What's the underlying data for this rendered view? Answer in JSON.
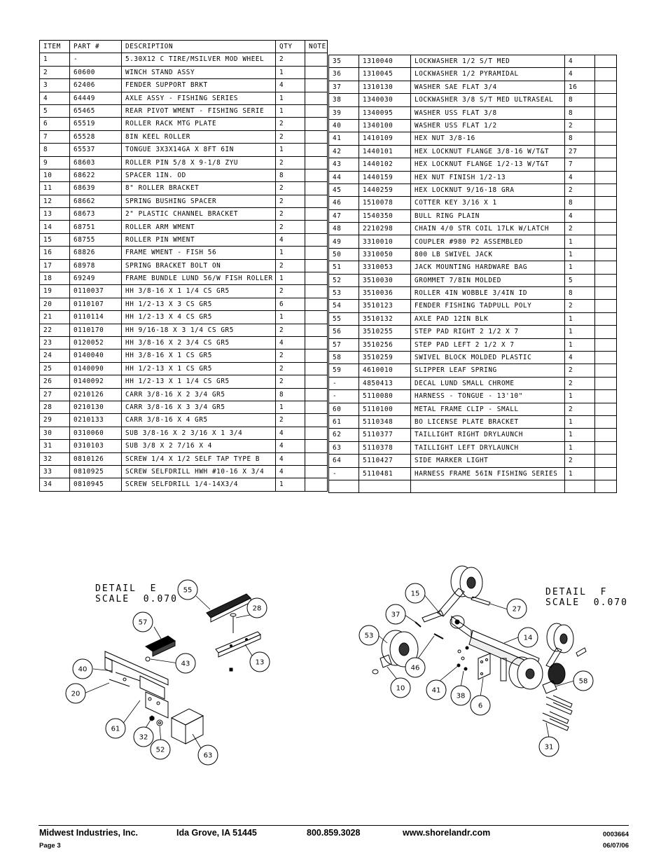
{
  "table_headers": [
    "ITEM",
    "PART #",
    "DESCRIPTION",
    "QTY",
    "NOTE"
  ],
  "left_rows": [
    [
      "1",
      "-",
      "5.30X12 C TIRE/MSILVER MOD WHEEL",
      "2",
      ""
    ],
    [
      "2",
      "60600",
      "WINCH STAND ASSY",
      "1",
      ""
    ],
    [
      "3",
      "62406",
      "FENDER SUPPORT BRKT",
      "4",
      ""
    ],
    [
      "4",
      "64449",
      "AXLE ASSY - FISHING SERIES",
      "1",
      ""
    ],
    [
      "5",
      "65465",
      "REAR PIVOT WMENT - FISHING SERIE",
      "1",
      ""
    ],
    [
      "6",
      "65519",
      "ROLLER RACK MTG PLATE",
      "2",
      ""
    ],
    [
      "7",
      "65528",
      "8IN KEEL ROLLER",
      "2",
      ""
    ],
    [
      "8",
      "65537",
      "TONGUE 3X3X14GA X 8FT 6IN",
      "1",
      ""
    ],
    [
      "9",
      "68603",
      "ROLLER PIN 5/8 X 9-1/8 ZYU",
      "2",
      ""
    ],
    [
      "10",
      "68622",
      "SPACER 1IN. OD",
      "8",
      ""
    ],
    [
      "11",
      "68639",
      "8\" ROLLER BRACKET",
      "2",
      ""
    ],
    [
      "12",
      "68662",
      "SPRING BUSHING SPACER",
      "2",
      ""
    ],
    [
      "13",
      "68673",
      "2\" PLASTIC CHANNEL BRACKET",
      "2",
      ""
    ],
    [
      "14",
      "68751",
      "ROLLER ARM WMENT",
      "2",
      ""
    ],
    [
      "15",
      "68755",
      "ROLLER PIN WMENT",
      "4",
      ""
    ],
    [
      "16",
      "68826",
      "FRAME WMENT - FISH 56",
      "1",
      ""
    ],
    [
      "17",
      "68978",
      "SPRING BRACKET BOLT ON",
      "2",
      ""
    ],
    [
      "18",
      "69249",
      "FRAME BUNDLE LUND 56/W FISH ROLLER",
      "1",
      ""
    ],
    [
      "19",
      "0110037",
      "HH 3/8-16 X 1 1/4 CS GR5",
      "2",
      ""
    ],
    [
      "20",
      "0110107",
      "HH 1/2-13 X 3 CS GR5",
      "6",
      ""
    ],
    [
      "21",
      "0110114",
      "HH 1/2-13 X 4 CS GR5",
      "1",
      ""
    ],
    [
      "22",
      "0110170",
      "HH 9/16-18 X 3 1/4 CS GR5",
      "2",
      ""
    ],
    [
      "23",
      "0120052",
      "HH 3/8-16 X 2 3/4 CS GR5",
      "4",
      ""
    ],
    [
      "24",
      "0140040",
      "HH 3/8-16 X 1 CS GR5",
      "2",
      ""
    ],
    [
      "25",
      "0140090",
      "HH 1/2-13 X 1 CS GR5",
      "2",
      ""
    ],
    [
      "26",
      "0140092",
      "HH 1/2-13 X 1 1/4 CS GR5",
      "2",
      ""
    ],
    [
      "27",
      "0210126",
      "CARR 3/8-16 X 2 3/4 GR5",
      "8",
      ""
    ],
    [
      "28",
      "0210130",
      "CARR 3/8-16 X 3 3/4 GR5",
      "1",
      ""
    ],
    [
      "29",
      "0210133",
      "CARR 3/8-16 X 4 GR5",
      "2",
      ""
    ],
    [
      "30",
      "0310060",
      "SUB 3/8-16 X 2 3/16 X 1 3/4",
      "4",
      ""
    ],
    [
      "31",
      "0310103",
      "SUB 3/8 X 2 7/16 X 4",
      "4",
      ""
    ],
    [
      "32",
      "0810126",
      "SCREW 1/4 X 1/2 SELF TAP TYPE B",
      "4",
      ""
    ],
    [
      "33",
      "0810925",
      "SCREW SELFDRILL HWH #10-16 X 3/4",
      "4",
      ""
    ],
    [
      "34",
      "0810945",
      "SCREW SELFDRILL 1/4-14X3/4",
      "1",
      ""
    ]
  ],
  "right_rows": [
    [
      "35",
      "1310040",
      "LOCKWASHER 1/2 S/T MED",
      "4",
      ""
    ],
    [
      "36",
      "1310045",
      "LOCKWASHER 1/2 PYRAMIDAL",
      "4",
      ""
    ],
    [
      "37",
      "1310130",
      "WASHER SAE FLAT 3/4",
      "16",
      ""
    ],
    [
      "38",
      "1340030",
      "LOCKWASHER 3/8 S/T MED ULTRASEAL",
      "8",
      ""
    ],
    [
      "39",
      "1340095",
      "WASHER USS FLAT 3/8",
      "8",
      ""
    ],
    [
      "40",
      "1340100",
      "WASHER USS FLAT 1/2",
      "2",
      ""
    ],
    [
      "41",
      "1410109",
      "HEX NUT 3/8-16",
      "8",
      ""
    ],
    [
      "42",
      "1440101",
      "HEX LOCKNUT FLANGE 3/8-16 W/T&T",
      "27",
      ""
    ],
    [
      "43",
      "1440102",
      "HEX LOCKNUT FLANGE 1/2-13 W/T&T",
      "7",
      ""
    ],
    [
      "44",
      "1440159",
      "HEX NUT FINISH 1/2-13",
      "4",
      ""
    ],
    [
      "45",
      "1440259",
      "HEX LOCKNUT 9/16-18 GRA",
      "2",
      ""
    ],
    [
      "46",
      "1510078",
      "COTTER KEY 3/16 X 1",
      "8",
      ""
    ],
    [
      "47",
      "1540350",
      "BULL RING PLAIN",
      "4",
      ""
    ],
    [
      "48",
      "2210298",
      "CHAIN 4/0 STR COIL 17LK W/LATCH",
      "2",
      ""
    ],
    [
      "49",
      "3310010",
      "COUPLER #980 P2 ASSEMBLED",
      "1",
      ""
    ],
    [
      "50",
      "3310050",
      "800 LB SWIVEL JACK",
      "1",
      ""
    ],
    [
      "51",
      "3310053",
      "JACK MOUNTING HARDWARE BAG",
      "1",
      ""
    ],
    [
      "52",
      "3510030",
      "GROMMET 7/8IN MOLDED",
      "5",
      ""
    ],
    [
      "53",
      "3510036",
      "ROLLER 4IN WOBBLE 3/4IN ID",
      "8",
      ""
    ],
    [
      "54",
      "3510123",
      "FENDER FISHING TADPULL POLY",
      "2",
      ""
    ],
    [
      "55",
      "3510132",
      "AXLE PAD 12IN BLK",
      "1",
      ""
    ],
    [
      "56",
      "3510255",
      "STEP PAD RIGHT 2 1/2 X 7",
      "1",
      ""
    ],
    [
      "57",
      "3510256",
      "STEP PAD LEFT 2 1/2 X 7",
      "1",
      ""
    ],
    [
      "58",
      "3510259",
      "SWIVEL BLOCK MOLDED PLASTIC",
      "4",
      ""
    ],
    [
      "59",
      "4610010",
      "SLIPPER LEAF SPRING",
      "2",
      ""
    ],
    [
      "-",
      "4850413",
      "DECAL LUND SMALL CHROME",
      "2",
      ""
    ],
    [
      "-",
      "5110080",
      "HARNESS - TONGUE - 13'10\"",
      "1",
      ""
    ],
    [
      "60",
      "5110100",
      "METAL FRAME CLIP - SMALL",
      "2",
      ""
    ],
    [
      "61",
      "5110348",
      "BO LICENSE PLATE BRACKET",
      "1",
      ""
    ],
    [
      "62",
      "5110377",
      "TAILLIGHT RIGHT DRYLAUNCH",
      "1",
      ""
    ],
    [
      "63",
      "5110378",
      "TAILLIGHT LEFT DRYLAUNCH",
      "1",
      ""
    ],
    [
      "64",
      "5110427",
      "SIDE MARKER LIGHT",
      "2",
      ""
    ],
    [
      "-",
      "5110481",
      "HARNESS FRAME 56IN FISHING SERIES",
      "1",
      ""
    ],
    [
      "",
      "",
      "",
      "",
      ""
    ]
  ],
  "detail_e": {
    "title": "DETAIL  E",
    "scale": "SCALE  0.070",
    "callouts": [
      "55",
      "28",
      "57",
      "43",
      "13",
      "40",
      "20",
      "61",
      "32",
      "52",
      "63"
    ]
  },
  "detail_f": {
    "title": "DETAIL  F",
    "scale": "SCALE  0.070",
    "callouts": [
      "15",
      "27",
      "37",
      "53",
      "14",
      "46",
      "10",
      "41",
      "38",
      "6",
      "58",
      "31"
    ]
  },
  "footer": {
    "company": "Midwest Industries, Inc.",
    "city": "Ida Grove, IA  51445",
    "phone": "800.859.3028",
    "website": "www.shorelandr.com",
    "doc_number": "0003664",
    "page": "Page 3",
    "date": "06/07/06"
  }
}
